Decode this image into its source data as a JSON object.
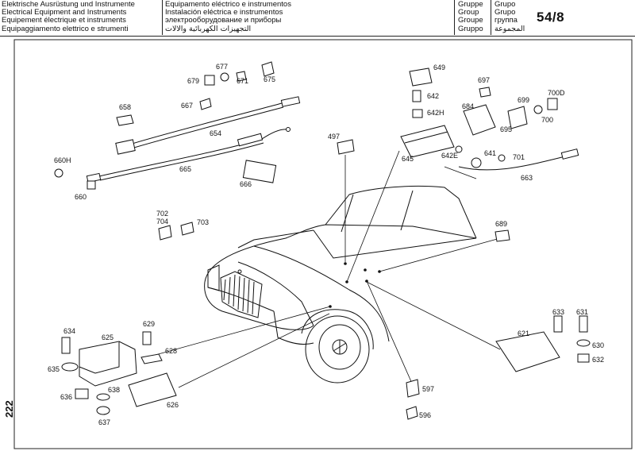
{
  "header": {
    "group_labels": {
      "de": "Elektrische Ausrüstung und Instrumente",
      "en": "Electrical Equipment and Instruments",
      "fr": "Equipement électrique et instruments",
      "it": "Equipaggiamento elettrico e strumenti",
      "es": "Equipamento eléctrico e instrumentos",
      "es2": "Instalación eléctrica e instrumentos",
      "ru": "электрооборудование и приборы",
      "ar": "التجهيزات الكهربائية والالات"
    },
    "group_words": {
      "de": "Gruppe",
      "en": "Group",
      "fr": "Groupe",
      "it": "Gruppo",
      "es": "Grupo",
      "es2": "Grupo",
      "ru": "группа",
      "ar": "المجموعة"
    },
    "page_number": "54/8",
    "side_number": "222"
  },
  "diagram": {
    "part_numbers": [
      "649",
      "677",
      "679",
      "671",
      "675",
      "697",
      "642",
      "700D",
      "658",
      "667",
      "684",
      "699",
      "642H",
      "695",
      "700",
      "654",
      "497",
      "641",
      "701",
      "660H",
      "665",
      "645",
      "642E",
      "663",
      "666",
      "660",
      "702",
      "704",
      "703",
      "689",
      "634",
      "625",
      "629",
      "628",
      "633",
      "631",
      "621",
      "630",
      "632",
      "635",
      "638",
      "636",
      "626",
      "637",
      "597",
      "596"
    ]
  }
}
